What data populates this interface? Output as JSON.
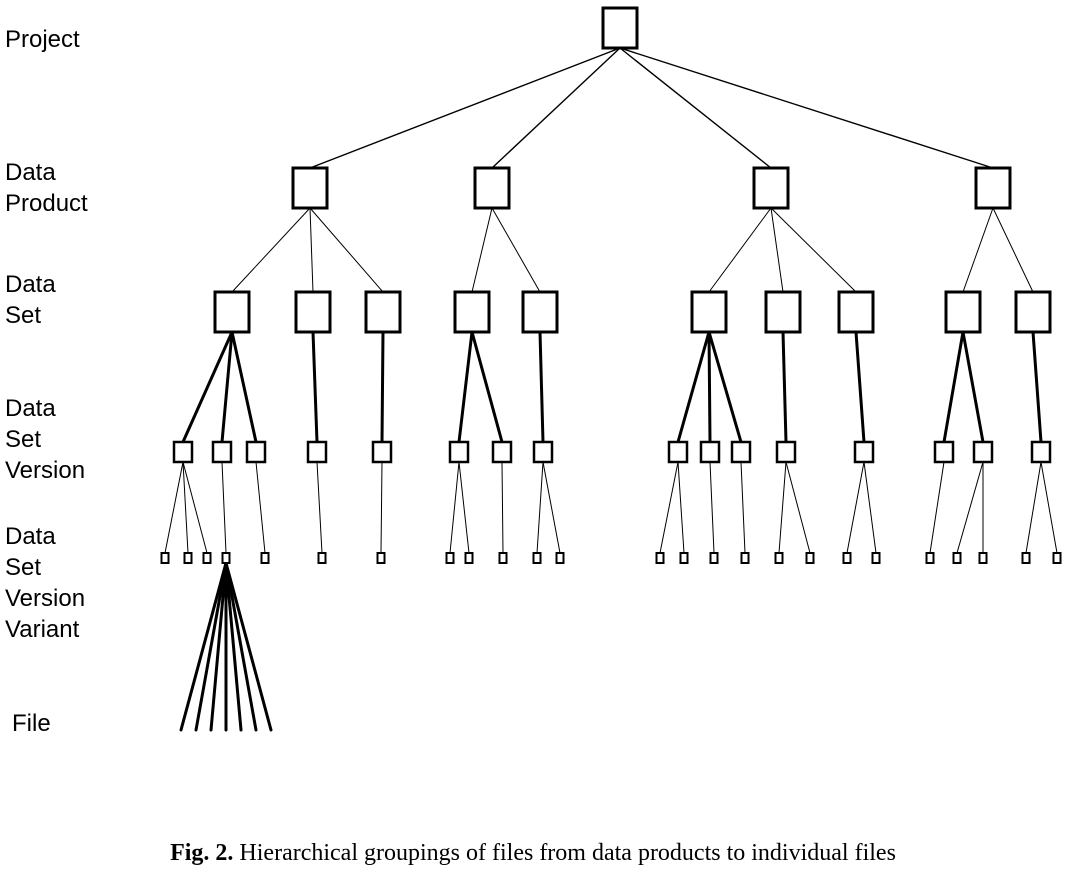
{
  "levels": [
    [
      "Project"
    ],
    [
      "Data",
      "Product"
    ],
    [
      "Data",
      "Set"
    ],
    [
      "Data",
      "Set",
      "Version"
    ],
    [
      "Data",
      "Set",
      "Version",
      "Variant"
    ],
    [
      "File"
    ]
  ],
  "caption": {
    "label": "Fig. 2.",
    "text": "Hierarchical groupings of files from data products to individual files"
  },
  "tree": {
    "children": [
      {
        "children": [
          {
            "children": [
              {
                "children": [
                  {},
                  {},
                  {}
                ]
              },
              {
                "children": [
                  {
                    "files": 7
                  }
                ]
              },
              {
                "children": [
                  {}
                ]
              }
            ]
          },
          {
            "children": [
              {
                "children": [
                  {}
                ]
              }
            ]
          },
          {
            "children": [
              {
                "children": [
                  {}
                ]
              }
            ]
          }
        ]
      },
      {
        "children": [
          {
            "children": [
              {
                "children": [
                  {},
                  {}
                ]
              },
              {
                "children": [
                  {}
                ]
              }
            ]
          },
          {
            "children": [
              {
                "children": [
                  {},
                  {}
                ]
              }
            ]
          }
        ]
      },
      {
        "children": [
          {
            "children": [
              {
                "children": [
                  {},
                  {}
                ]
              },
              {
                "children": [
                  {}
                ]
              },
              {
                "children": [
                  {}
                ]
              }
            ]
          },
          {
            "children": [
              {
                "children": [
                  {},
                  {}
                ]
              }
            ]
          },
          {
            "children": [
              {
                "children": [
                  {},
                  {}
                ]
              }
            ]
          }
        ]
      },
      {
        "children": [
          {
            "children": [
              {
                "children": [
                  {}
                ]
              },
              {
                "children": [
                  {},
                  {}
                ]
              }
            ]
          },
          {
            "children": [
              {
                "children": [
                  {},
                  {}
                ]
              }
            ]
          }
        ]
      }
    ]
  }
}
